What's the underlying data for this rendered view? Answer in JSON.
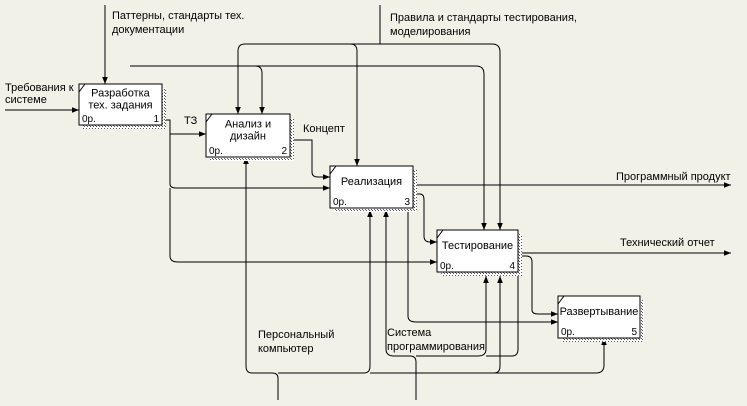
{
  "colors": {
    "background": "#f2f1e8",
    "line": "#000000",
    "box_fill": "#ffffff",
    "shadow": "#777777"
  },
  "boxes": [
    {
      "id": "b1",
      "title_lines": [
        "Разработка",
        "тех. задания"
      ],
      "cost": "0р.",
      "number": "1"
    },
    {
      "id": "b2",
      "title_lines": [
        "Анализ и",
        "дизайн"
      ],
      "cost": "0р.",
      "number": "2"
    },
    {
      "id": "b3",
      "title_lines": [
        "Реализация"
      ],
      "cost": "0р.",
      "number": "3"
    },
    {
      "id": "b4",
      "title_lines": [
        "Тестирование"
      ],
      "cost": "0р.",
      "number": "4"
    },
    {
      "id": "b5",
      "title_lines": [
        "Развертывание"
      ],
      "cost": "0р.",
      "number": "5"
    }
  ],
  "labels": {
    "control1": [
      "Паттерны, стандарты тех.",
      "документации"
    ],
    "control2": [
      "Правила и стандарты тестирования,",
      "моделирования"
    ],
    "input1": [
      "Требования к",
      "системе"
    ],
    "tz": [
      "ТЗ"
    ],
    "concept": [
      "Концепт"
    ],
    "output1": [
      "Программный продукт"
    ],
    "output2": [
      "Технический отчет"
    ],
    "mech1": [
      "Персональный",
      "компьютер"
    ],
    "mech2": [
      "Система",
      "программирования"
    ]
  }
}
